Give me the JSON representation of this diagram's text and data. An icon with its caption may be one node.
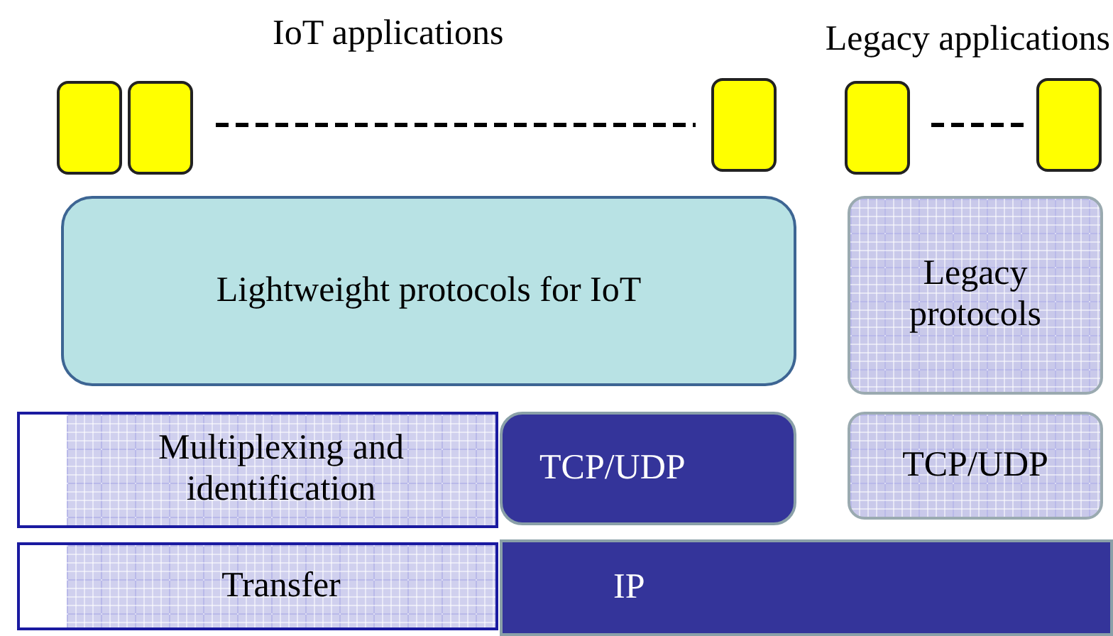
{
  "diagram": {
    "nodes": [
      {
        "text": [],
        "shape": "box"
      },
      {
        "text": [],
        "shape": "box"
      },
      {
        "text": [],
        "shape": "box"
      },
      {
        "text": [],
        "shape": "box"
      },
      {
        "text": [],
        "shape": "box"
      },
      {
        "text": [
          "Lightweight protocols for IoT"
        ]
      },
      {
        "text": [
          "Legacy protocols"
        ]
      },
      {
        "text": [
          "TCP/UDP"
        ]
      },
      {
        "text": [
          "Multiplexing and identification"
        ]
      },
      {
        "text": [
          "TCP/UDP"
        ]
      },
      {
        "text": [
          "IP"
        ]
      },
      {
        "text": [
          "Transfer"
        ]
      }
    ],
    "edges": [],
    "labels": [
      "IoT applications",
      "Legacy applications"
    ]
  }
}
